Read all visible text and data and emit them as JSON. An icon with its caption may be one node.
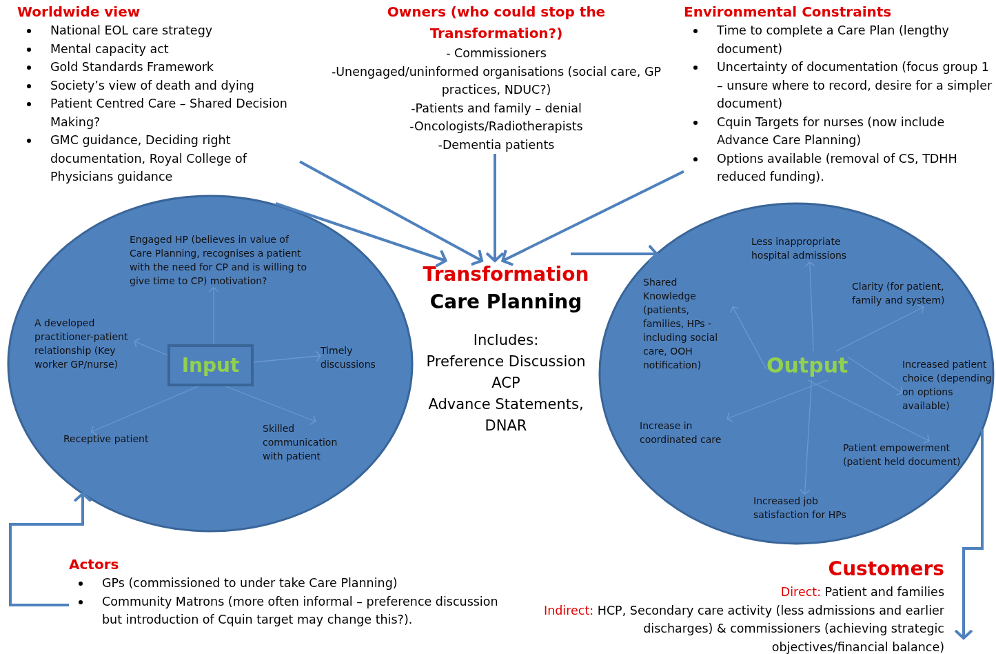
{
  "diagram": {
    "nodes": [
      {
        "text": [
          "Worldwide view",
          "National EOL care strategy",
          "Mental capacity act",
          "Gold Standards Framework",
          "Society’s view of death and dying",
          "Patient Centred Care – Shared Decision Making?",
          "GMC guidance, Deciding right documentation, Royal College of Physicians guidance"
        ]
      },
      {
        "text": [
          "Owners (who could stop the Transformation?)",
          "- Commissioners",
          "-Unengaged/uninformed organisations (social care, GP practices, NDUC?)",
          "-Patients and family – denial",
          "-Oncologists/Radiotherapists",
          "-Dementia patients"
        ]
      },
      {
        "text": [
          "Environmental Constraints",
          "Time to complete a Care Plan (lengthy document)",
          "Uncertainty of documentation (focus group 1 – unsure where to record, desire for a simpler document)",
          "Cquin Targets for nurses (now include Advance Care Planning)",
          "Options available (removal of CS, TDHH reduced funding)."
        ]
      },
      {
        "text": [],
        "shape": "ellipse"
      },
      {
        "text": [
          "Input"
        ],
        "in": 3
      },
      {
        "text": [
          "Engaged HP (believes in value of Care Planning, recognises a patient with the need for CP and is willing to give time to CP) motivation?"
        ],
        "in": 3
      },
      {
        "text": [
          "A developed practitioner-patient relationship (Key worker GP/nurse)"
        ],
        "in": 3
      },
      {
        "text": [
          "Timely discussions"
        ],
        "in": 3
      },
      {
        "text": [
          "Receptive patient"
        ],
        "in": 3
      },
      {
        "text": [
          "Skilled communication with patient"
        ],
        "in": 3
      },
      {
        "text": [
          "Transformation",
          "Care Planning",
          "Includes:",
          "Preference Discussion",
          "ACP",
          "Advance Statements,",
          "DNAR"
        ]
      },
      {
        "text": [],
        "shape": "ellipse"
      },
      {
        "text": [
          "Output"
        ],
        "in": 11
      },
      {
        "text": [
          "Less inappropriate hospital admissions"
        ],
        "in": 11
      },
      {
        "text": [
          "Shared Knowledge (patients, families, HPs - including social care, OOH notification)"
        ],
        "in": 11
      },
      {
        "text": [
          "Clarity (for patient, family and system)"
        ],
        "in": 11
      },
      {
        "text": [
          "Increased patient choice (depending on options available)"
        ],
        "in": 11
      },
      {
        "text": [
          "Increase in coordinated care"
        ],
        "in": 11
      },
      {
        "text": [
          "Patient empowerment (patient held document)"
        ],
        "in": 11
      },
      {
        "text": [
          "Increased job satisfaction for HPs"
        ],
        "in": 11
      },
      {
        "text": [
          "Actors",
          "GPs (commissioned to under take Care Planning)",
          "Community Matrons (more often informal – preference discussion but introduction of Cquin target may change this?)."
        ]
      },
      {
        "text": [
          "Customers",
          "Direct:",
          "Patient and families",
          "Indirect:",
          "HCP, Secondary care activity (less admissions and earlier discharges) & commissioners (achieving strategic objectives/financial balance)"
        ]
      }
    ],
    "edges": [
      {
        "from": 4,
        "to": 5,
        "arrow": "to"
      },
      {
        "from": 4,
        "to": 6,
        "arrow": "to"
      },
      {
        "from": 4,
        "to": 7,
        "arrow": "to"
      },
      {
        "from": 4,
        "to": 8,
        "arrow": "to"
      },
      {
        "from": 4,
        "to": 9,
        "arrow": "to"
      },
      {
        "from": 0,
        "to": 10,
        "arrow": "to",
        "style": "thick",
        "color": "#4f81bd"
      },
      {
        "from": 1,
        "to": 10,
        "arrow": "to",
        "style": "thick",
        "color": "#4f81bd"
      },
      {
        "from": 2,
        "to": 10,
        "arrow": "to",
        "style": "thick",
        "color": "#4f81bd"
      },
      {
        "from": 3,
        "to": 10,
        "arrow": "to",
        "style": "thick",
        "color": "#4f81bd"
      },
      {
        "from": 10,
        "to": 11,
        "arrow": "to",
        "style": "thick",
        "color": "#4f81bd"
      },
      {
        "from": 12,
        "to": 13,
        "arrow": "to"
      },
      {
        "from": 12,
        "to": 14,
        "arrow": "to"
      },
      {
        "from": 12,
        "to": 15,
        "arrow": "to"
      },
      {
        "from": 12,
        "to": 16,
        "arrow": "to"
      },
      {
        "from": 12,
        "to": 17,
        "arrow": "to"
      },
      {
        "from": 12,
        "to": 18,
        "arrow": "to"
      },
      {
        "from": 12,
        "to": 19,
        "arrow": "to"
      },
      {
        "from": 20,
        "to": 3,
        "arrow": "to",
        "style": "thick",
        "color": "#4f81bd"
      },
      {
        "from": 11,
        "to": 21,
        "arrow": "to",
        "style": "thick",
        "color": "#4f81bd"
      }
    ]
  }
}
